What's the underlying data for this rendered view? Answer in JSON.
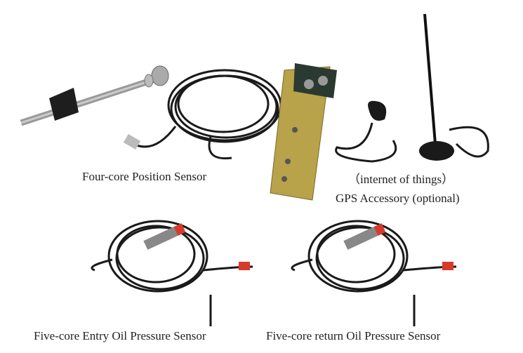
{
  "captions": {
    "position_sensor": "Four-core Position Sensor",
    "iot": "（internet of things）",
    "gps": "GPS Accessory (optional)",
    "entry_sensor": "Five-core Entry Oil Pressure Sensor",
    "return_sensor": "Five-core return Oil Pressure Sensor"
  },
  "colors": {
    "cable": "#1a1a1a",
    "bracket": "#b8a24a",
    "red_cap": "#d83a2a"
  }
}
